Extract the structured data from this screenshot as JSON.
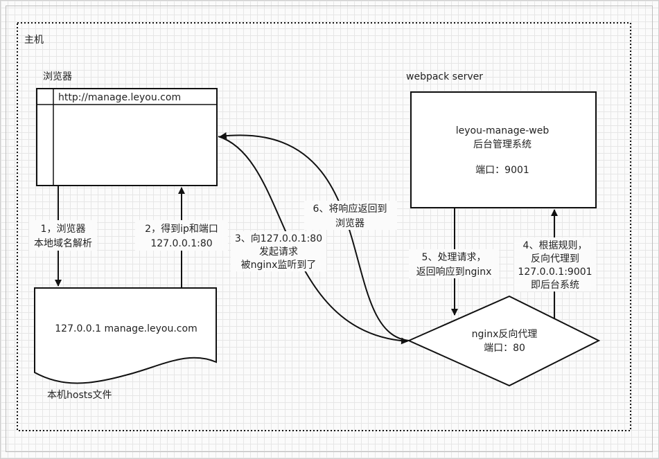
{
  "host_label": "主机",
  "browser": {
    "title": "浏览器",
    "url": "http://manage.leyou.com"
  },
  "webpack": {
    "title": "webpack server",
    "app_name": "leyou-manage-web",
    "app_desc": "后台管理系统",
    "port": "端口：9001"
  },
  "hosts_file": {
    "content": "127.0.0.1 manage.leyou.com",
    "caption": "本机hosts文件"
  },
  "nginx": {
    "name": "nginx反向代理",
    "port": "端口：80"
  },
  "steps": {
    "s1": [
      "1，浏览器",
      "本地域名解析"
    ],
    "s2": [
      "2，得到ip和端口",
      "127.0.0.1:80"
    ],
    "s3": [
      "3、向127.0.0.1:80",
      "发起请求",
      "被nginx监听到了"
    ],
    "s4": [
      "4、根据规则，",
      "反向代理到",
      "127.0.0.1:9001",
      "即后台系统"
    ],
    "s5": [
      "5、处理请求，",
      "返回响应到nginx"
    ],
    "s6": [
      "6、将响应返回到",
      "浏览器"
    ]
  }
}
